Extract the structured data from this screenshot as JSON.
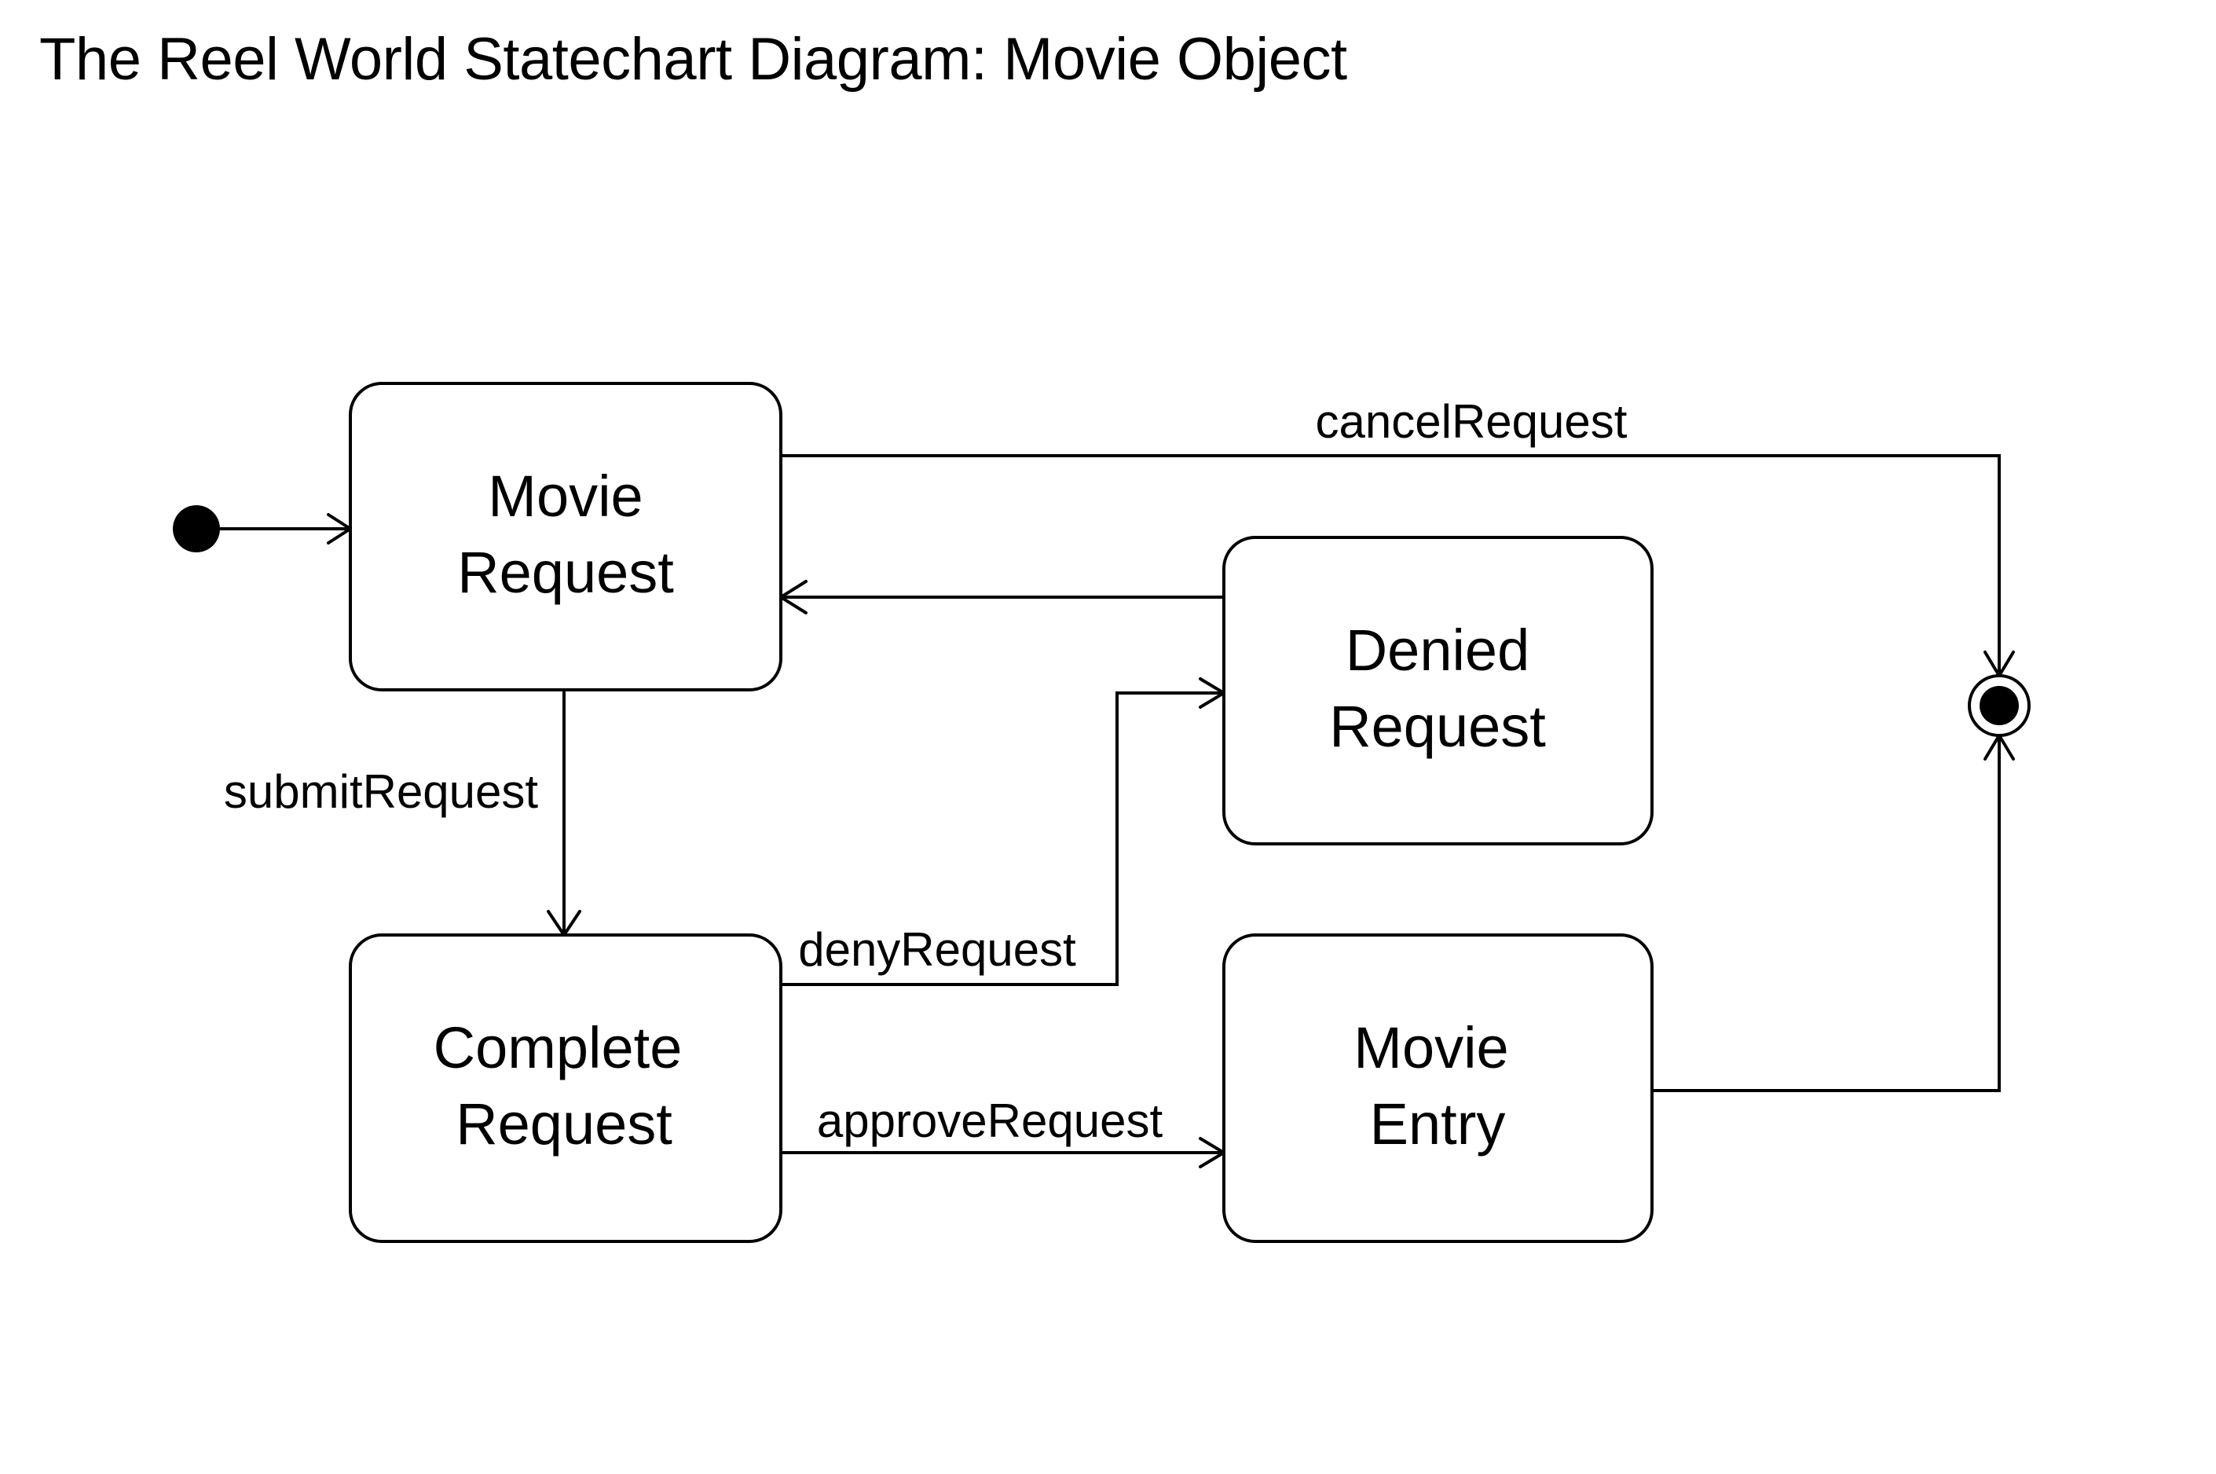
{
  "title": "The Reel World Statechart Diagram: Movie Object",
  "states": {
    "movie_request": [
      "Movie",
      "Request"
    ],
    "denied_request": [
      "Denied",
      "Request"
    ],
    "complete_request": [
      "Complete",
      "Request"
    ],
    "movie_entry": [
      "Movie",
      "Entry"
    ]
  },
  "transitions": {
    "cancel": "cancelRequest",
    "submit": "submitRequest",
    "deny": "denyRequest",
    "approve": "approveRequest"
  }
}
